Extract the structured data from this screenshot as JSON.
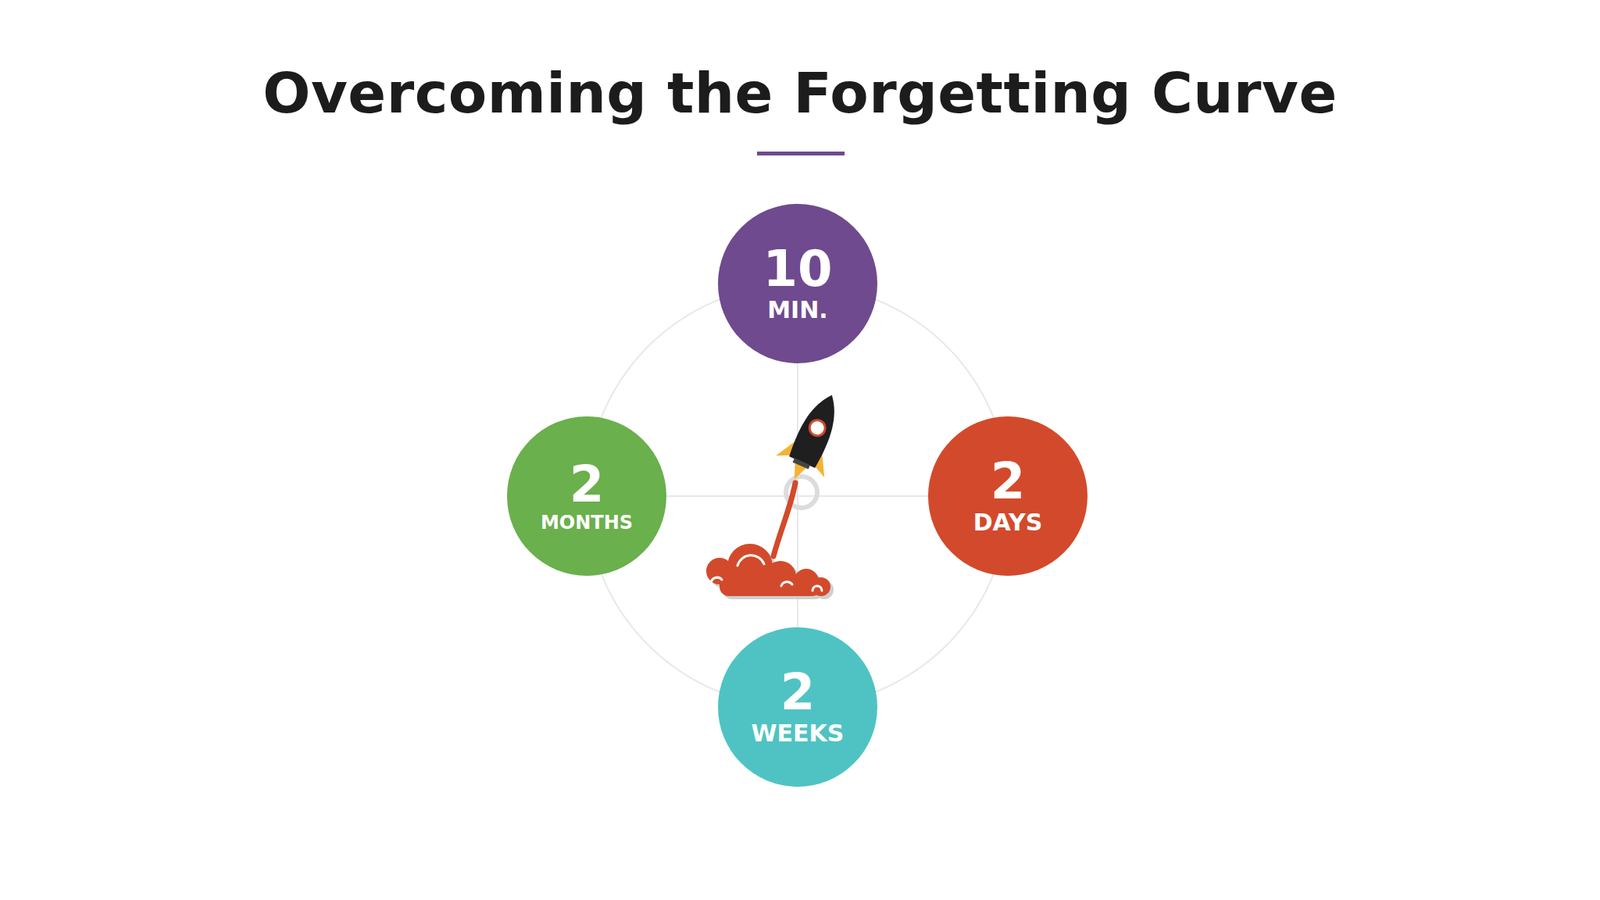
{
  "diagram": {
    "title": "Overcoming the Forgetting Curve",
    "nodes": [
      {
        "text": [
          "10",
          "MIN."
        ]
      },
      {
        "text": [
          "2",
          "DAYS"
        ]
      },
      {
        "text": [
          "2",
          "WEEKS"
        ]
      },
      {
        "text": [
          "2",
          "MONTHS"
        ]
      }
    ],
    "edges": [
      {
        "from": 0,
        "to": 1,
        "arrow": "none"
      },
      {
        "from": 1,
        "to": 2,
        "arrow": "none"
      },
      {
        "from": 2,
        "to": 3,
        "arrow": "none"
      },
      {
        "from": 3,
        "to": 0,
        "arrow": "none"
      },
      {
        "from": 0,
        "to": 2,
        "arrow": "none"
      },
      {
        "from": 3,
        "to": 1,
        "arrow": "none"
      }
    ]
  }
}
